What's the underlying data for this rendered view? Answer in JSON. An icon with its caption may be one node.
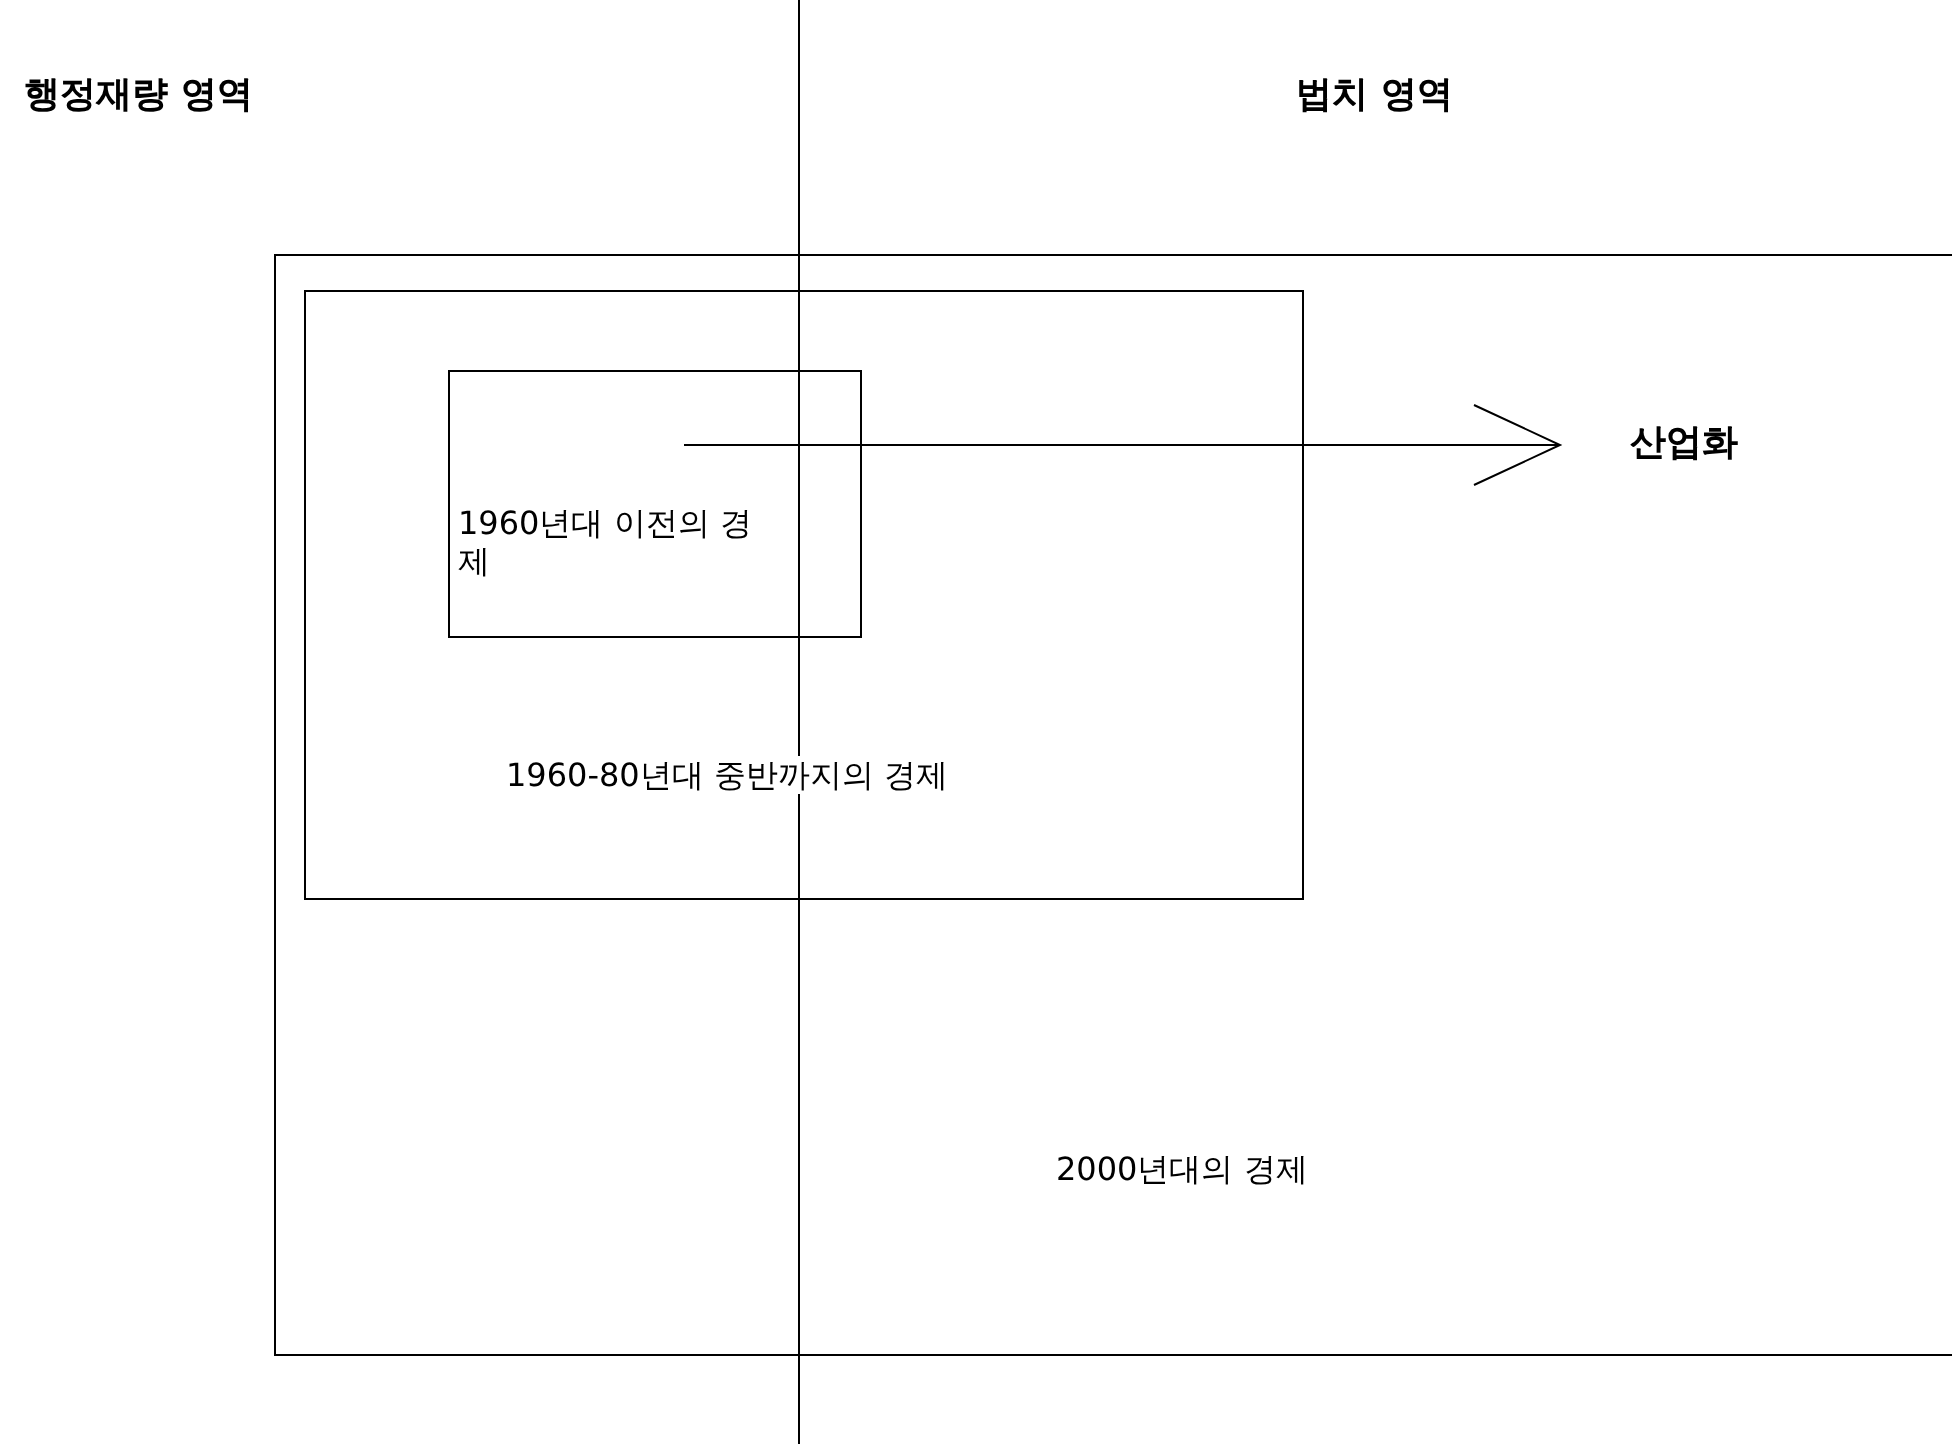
{
  "diagram": {
    "nodes": [
      {
        "text": [
          "2000년대의 경제"
        ]
      },
      {
        "text": [
          "1960-80년대 중반까지의 경제"
        ],
        "in": 0
      },
      {
        "text": [
          "1960년대 이전의 경제"
        ],
        "in": 1
      },
      {
        "text": [
          "산업화"
        ],
        "in": 0
      }
    ],
    "edges": [
      {
        "from": 2,
        "to": 3,
        "arrow": "to"
      }
    ],
    "labels": [
      "행정재량 영역",
      "법치 영역"
    ]
  }
}
